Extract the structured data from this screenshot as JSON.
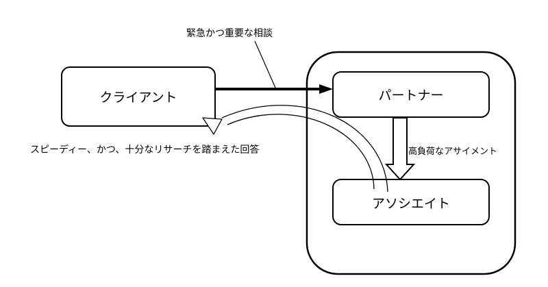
{
  "nodes": {
    "client": "クライアント",
    "partner": "パートナー",
    "associate": "アソシエイト"
  },
  "edges": {
    "urgent_consultation": "緊急かつ重要な相談",
    "high_load_assignment": "高負荷なアサイメント",
    "speedy_answer": "スピーディー、かつ、十分なリサーチを踏まえた回答"
  }
}
